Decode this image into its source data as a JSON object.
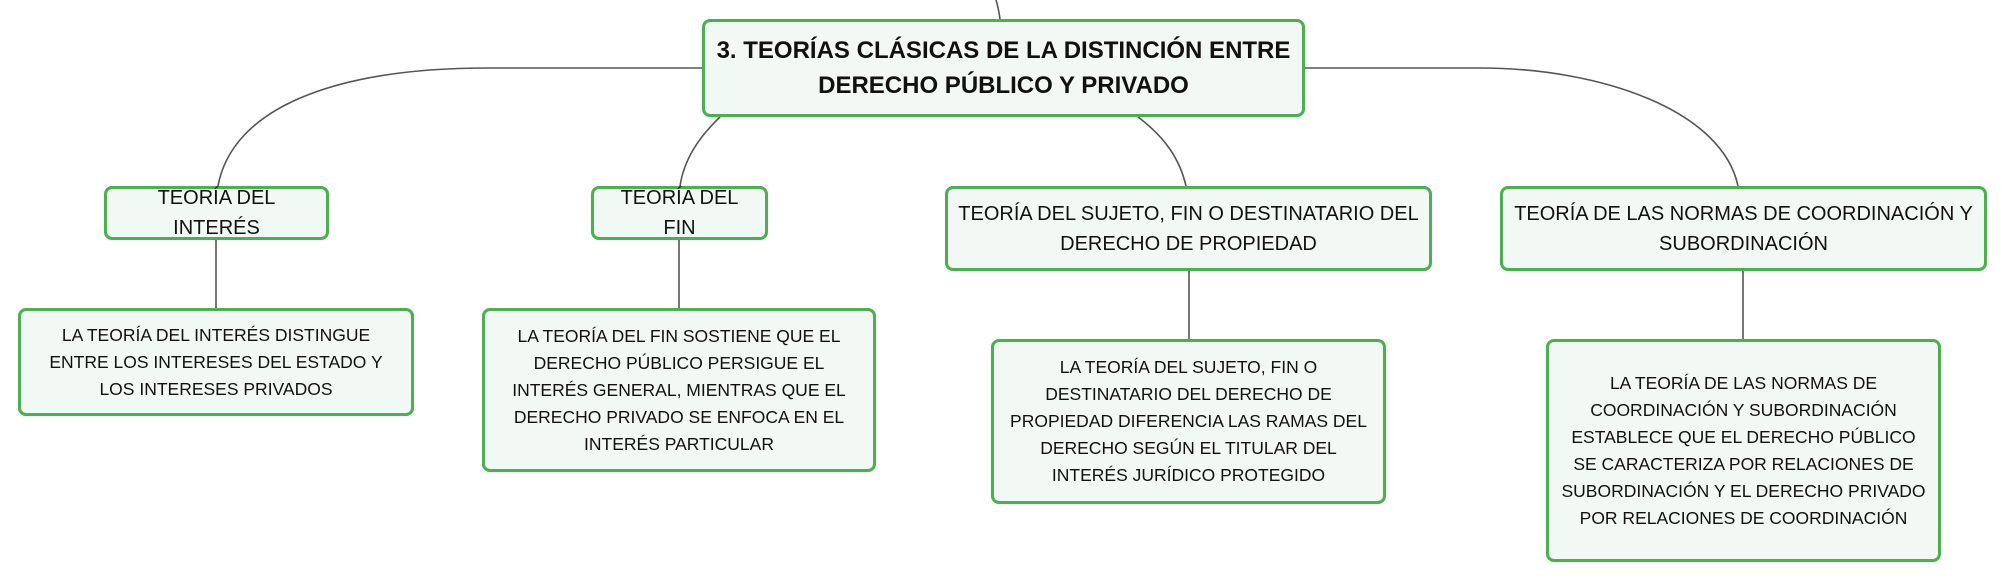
{
  "diagram": {
    "root": {
      "label": "3. TEORÍAS CLÁSICAS DE LA DISTINCIÓN ENTRE DERECHO PÚBLICO Y PRIVADO"
    },
    "branches": [
      {
        "label": "TEORÍA DEL INTERÉS",
        "detail": "LA TEORÍA DEL INTERÉS DISTINGUE ENTRE LOS INTERESES DEL ESTADO Y LOS INTERESES PRIVADOS"
      },
      {
        "label": "TEORÍA DEL FIN",
        "detail": "LA TEORÍA DEL FIN SOSTIENE QUE EL DERECHO PÚBLICO PERSIGUE EL INTERÉS GENERAL, MIENTRAS QUE EL DERECHO PRIVADO SE ENFOCA EN EL INTERÉS PARTICULAR"
      },
      {
        "label": "TEORÍA DEL SUJETO, FIN O DESTINATARIO DEL DERECHO DE PROPIEDAD",
        "detail": "LA TEORÍA DEL SUJETO, FIN O DESTINATARIO DEL DERECHO DE PROPIEDAD DIFERENCIA LAS RAMAS DEL DERECHO SEGÚN EL TITULAR DEL INTERÉS JURÍDICO PROTEGIDO"
      },
      {
        "label": "TEORÍA DE LAS NORMAS DE COORDINACIÓN Y SUBORDINACIÓN",
        "detail": "LA TEORÍA DE LAS NORMAS DE COORDINACIÓN Y SUBORDINACIÓN ESTABLECE QUE EL DERECHO PÚBLICO SE CARACTERIZA POR RELACIONES DE SUBORDINACIÓN Y EL DERECHO PRIVADO POR RELACIONES DE COORDINACIÓN"
      }
    ],
    "colors": {
      "node_border": "#4caf50",
      "node_fill": "#f2f8f3",
      "connector": "#555555"
    }
  }
}
